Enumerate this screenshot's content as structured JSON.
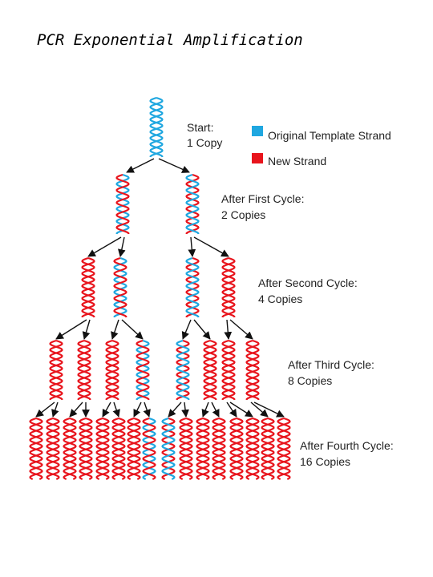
{
  "title": "PCR Exponential Amplification",
  "legend": {
    "items": [
      {
        "label": "Original Template Strand",
        "color": "#1fa7e0"
      },
      {
        "label": "New Strand",
        "color": "#e8141c"
      }
    ]
  },
  "stages": [
    {
      "line1": "Start:",
      "line2": "1 Copy"
    },
    {
      "line1": "After First Cycle:",
      "line2": "2 Copies"
    },
    {
      "line1": "After Second Cycle:",
      "line2": "4 Copies"
    },
    {
      "line1": "After Third Cycle:",
      "line2": "8 Copies"
    },
    {
      "line1": "After Fourth Cycle:",
      "line2": "16 Copies"
    }
  ],
  "colors": {
    "template": "#1fa7e0",
    "new": "#e8141c",
    "arrow": "#111111"
  },
  "icons": [
    "dna-helix-icon",
    "arrow-icon",
    "legend-swatch-icon"
  ]
}
